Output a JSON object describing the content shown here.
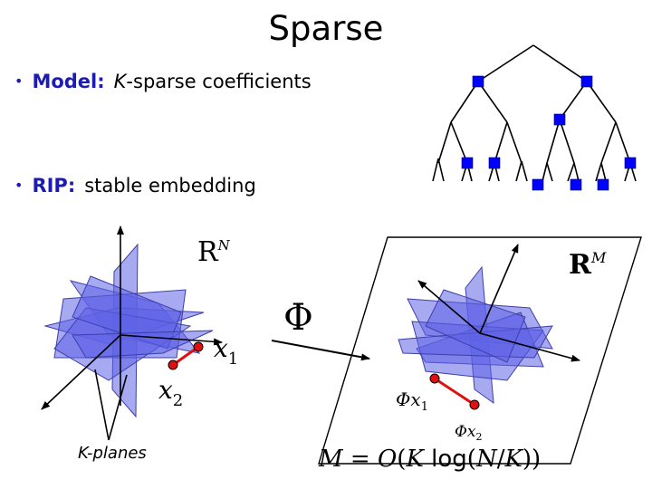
{
  "slide": {
    "title": "Sparse",
    "bullets": [
      {
        "key": "Model:",
        "var": "K",
        "text": "-sparse coefficients"
      },
      {
        "key": "RIP:",
        "text": "stable embedding"
      }
    ],
    "left_space_label": "R",
    "left_space_sup": "N",
    "right_space_label": "R",
    "right_space_sup": "M",
    "operator": "Φ",
    "x1": "x",
    "x1_sub": "1",
    "x2": "x",
    "x2_sub": "2",
    "phi_x1": "Φx",
    "phi_x1_sub": "1",
    "phi_x2": "Φx",
    "phi_x2_sub": "2",
    "planes_label": "K-planes",
    "formula": {
      "lhs": "M",
      "eq": " = ",
      "O": "O",
      "open1": "(",
      "K": "K",
      "log": " log",
      "open2": "(",
      "N": "N",
      "slash": "/",
      "K2": "K",
      "close": "))"
    }
  },
  "colors": {
    "accent_blue": "#1c1cb4",
    "node_blue": "#0000ff",
    "plane_fill": "#5f63e6",
    "segment_red": "#e01010"
  }
}
